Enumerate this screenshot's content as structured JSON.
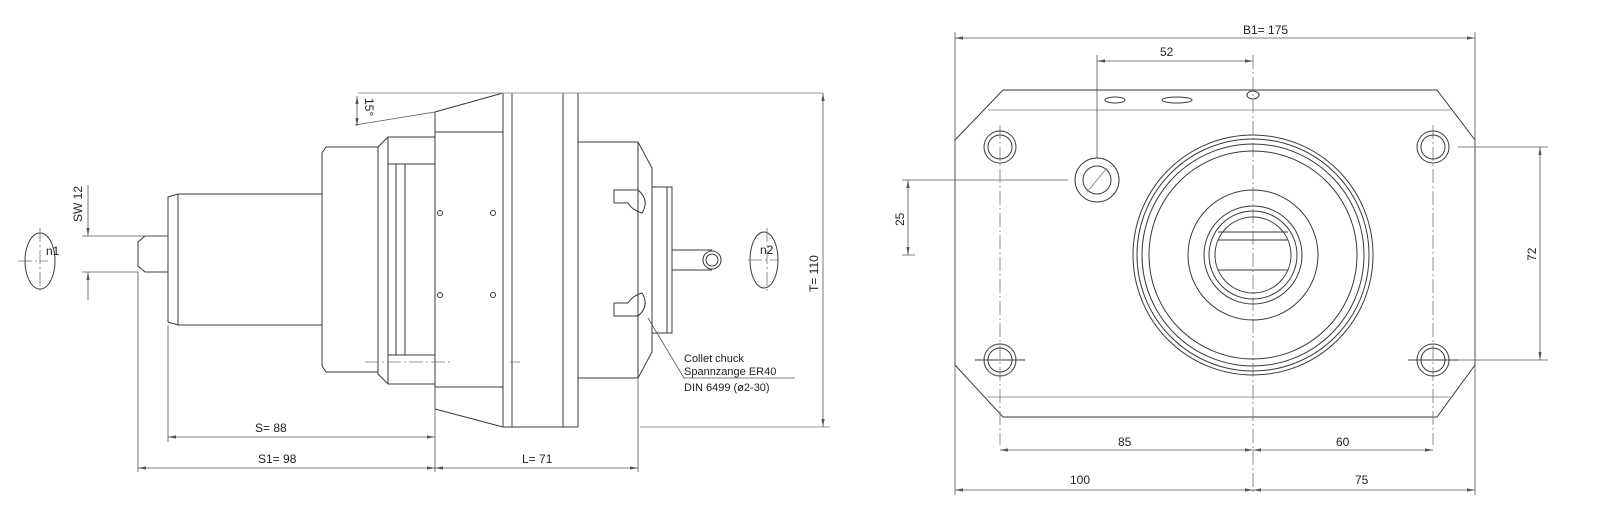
{
  "side_view": {
    "angle_label": "15°",
    "sw_label": "SW 12",
    "n1_label": "n1",
    "n2_label": "n2",
    "s_label": "S= 88",
    "s1_label": "S1=  98",
    "l_label": "L=  71",
    "t_label": "T= 110",
    "note_line1": "Collet chuck",
    "note_line2": "Spannzange ER40",
    "note_line3": "DIN 6499 (ø2-30)"
  },
  "front_view": {
    "b1_label": "B1=  175",
    "dim_52": "52",
    "dim_25": "25",
    "dim_72": "72",
    "dim_85": "85",
    "dim_60": "60",
    "dim_100": "100",
    "dim_75": "75"
  }
}
